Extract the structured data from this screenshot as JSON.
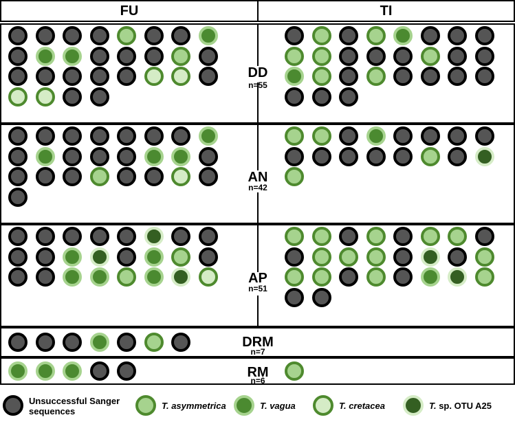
{
  "headers": {
    "left": "FU",
    "right": "TI"
  },
  "colors": {
    "unsuccessful": "#555555",
    "t_asymmetrica": "#a6d38e",
    "t_vagua": "#4b8a30",
    "t_cretacea": "#d5ecc6",
    "t_otu_a25": "#345f22"
  },
  "sections": [
    {
      "label": "DD",
      "count": "n=55",
      "fu": [
        "U",
        "U",
        "U",
        "U",
        "A",
        "U",
        "U",
        "V",
        "U",
        "V",
        "V",
        "U",
        "U",
        "U",
        "A",
        "U",
        "U",
        "U",
        "U",
        "U",
        "U",
        "C",
        "C",
        "U",
        "C",
        "C",
        "U",
        "U"
      ],
      "ti": [
        "U",
        "A",
        "U",
        "A",
        "V",
        "U",
        "U",
        "U",
        "A",
        "A",
        "U",
        "U",
        "U",
        "A",
        "U",
        "U",
        "V",
        "A",
        "U",
        "A",
        "U",
        "U",
        "U",
        "U",
        "U",
        "U",
        "U"
      ]
    },
    {
      "label": "AN",
      "count": "n=42",
      "fu": [
        "U",
        "U",
        "U",
        "U",
        "U",
        "U",
        "U",
        "V",
        "U",
        "V",
        "U",
        "U",
        "U",
        "V",
        "V",
        "U",
        "U",
        "U",
        "U",
        "A",
        "U",
        "U",
        "C",
        "U",
        "U"
      ],
      "ti": [
        "A",
        "A",
        "U",
        "V",
        "U",
        "U",
        "U",
        "U",
        "U",
        "U",
        "U",
        "U",
        "U",
        "A",
        "U",
        "O",
        "A"
      ]
    },
    {
      "label": "AP",
      "count": "n=51",
      "fu": [
        "U",
        "U",
        "U",
        "U",
        "U",
        "O",
        "U",
        "U",
        "U",
        "U",
        "V",
        "O",
        "U",
        "V",
        "A",
        "U",
        "U",
        "U",
        "V",
        "V",
        "A",
        "V",
        "O",
        "C"
      ],
      "ti": [
        "A",
        "A",
        "U",
        "A",
        "U",
        "A",
        "A",
        "U",
        "U",
        "A",
        "A",
        "A",
        "U",
        "O",
        "U",
        "A",
        "A",
        "A",
        "U",
        "A",
        "U",
        "V",
        "O",
        "A",
        "U",
        "U"
      ]
    },
    {
      "label": "DRM",
      "count": "n=7",
      "fu": [
        "U",
        "U",
        "U",
        "V",
        "U",
        "A",
        "U"
      ],
      "ti": []
    },
    {
      "label": "RM",
      "count": "n=6",
      "fu": [
        "V",
        "V",
        "V",
        "U",
        "U"
      ],
      "ti": [
        "A"
      ]
    }
  ],
  "legend": [
    {
      "key": "U",
      "line1": "Unsuccessful Sanger",
      "line2": "sequences",
      "italic": false,
      "prefix": ""
    },
    {
      "key": "A",
      "line1": "asymmetrica",
      "line2": "",
      "italic": true,
      "prefix": "T. "
    },
    {
      "key": "V",
      "line1": "vagua",
      "line2": "",
      "italic": true,
      "prefix": "T. "
    },
    {
      "key": "C",
      "line1": "cretacea",
      "line2": "",
      "italic": true,
      "prefix": "T. "
    },
    {
      "key": "O",
      "line1": "sp. OTU A25",
      "line2": "",
      "italic": false,
      "prefix": "T. "
    }
  ]
}
